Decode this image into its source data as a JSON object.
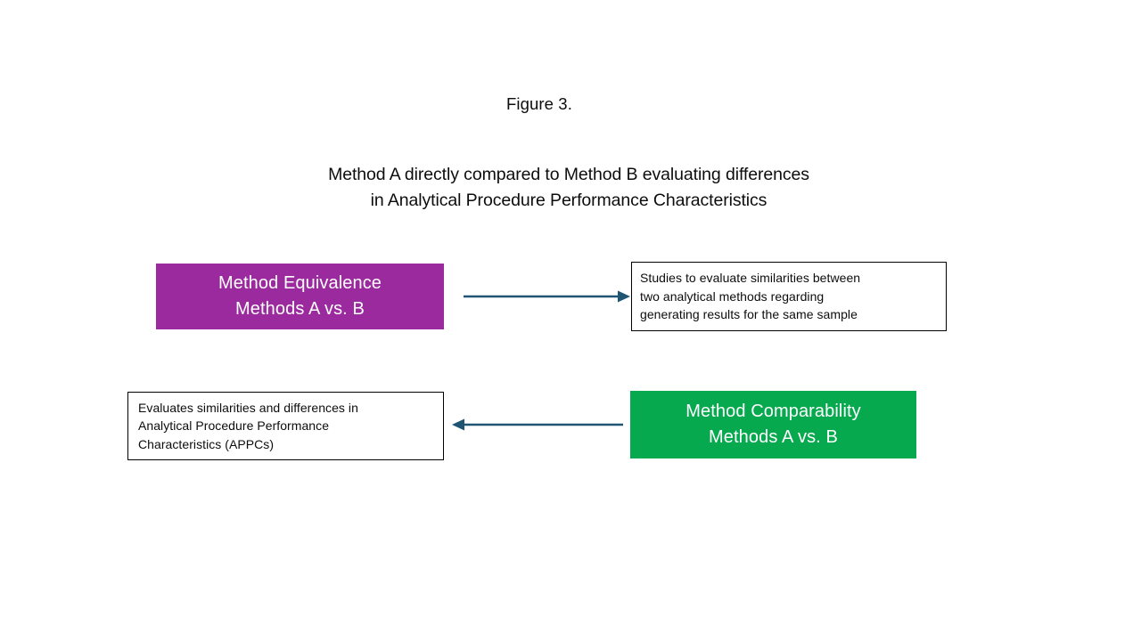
{
  "figure": {
    "label": "Figure 3.",
    "title_lines": [
      "Method A directly compared to Method B evaluating differences",
      "in Analytical Procedure Performance Characteristics"
    ]
  },
  "colors": {
    "equivalence_box_fill": "#9B2A9E",
    "comparability_box_fill": "#07A94E",
    "arrow_stroke": "#1F5573",
    "description_border": "#000000",
    "text_dark": "#0D0D0D",
    "text_light": "#FFFFFF",
    "background": "#FFFFFF"
  },
  "nodes": {
    "equivalence": {
      "line1": "Method Equivalence",
      "line2": "Methods A vs. B"
    },
    "comparability": {
      "line1": "Method Comparability",
      "line2": "Methods A vs. B"
    }
  },
  "descriptions": {
    "equivalence": {
      "line1": "Studies to evaluate similarities between",
      "line2": "two analytical methods regarding",
      "line3": "generating results for the same sample"
    },
    "comparability": {
      "line1": "Evaluates similarities and differences in",
      "line2": "Analytical Procedure Performance",
      "line3": "Characteristics (APPCs)"
    }
  },
  "connectors": {
    "top": {
      "direction": "right",
      "from": "Method Equivalence Methods A vs. B",
      "to": "Studies to evaluate similarities between two analytical methods regarding generating results for the same sample"
    },
    "bottom": {
      "direction": "left",
      "from": "Method Comparability Methods A vs. B",
      "to": "Evaluates similarities and differences in Analytical Procedure Performance Characteristics (APPCs)"
    }
  }
}
